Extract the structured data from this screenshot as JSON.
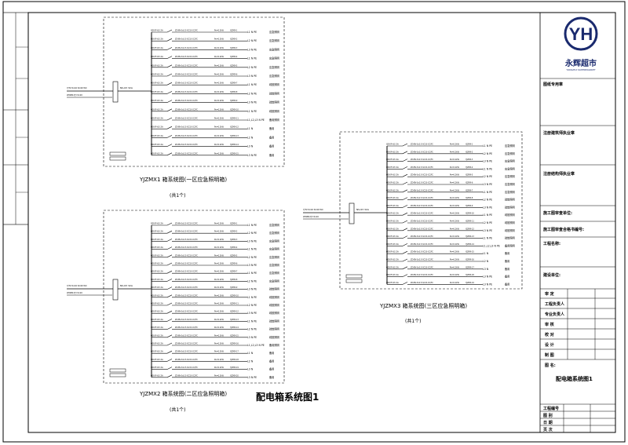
{
  "logo": {
    "initials": "YH",
    "name": "永辉超市",
    "sub": "YONGHUI SUPERMARKET"
  },
  "title_block": {
    "rows": [
      "图纸专用章",
      "注册建筑师执业章",
      "注册结构师执业章",
      "施工图审查单位:",
      "施工图审查合格书编号:",
      "工程名称:",
      "建设单位:"
    ],
    "signers": [
      "审 定",
      "工程负责人",
      "专业负责人",
      "审 核",
      "校 对",
      "设 计",
      "制 图"
    ],
    "drawing_name_label": "图 名:",
    "drawing_name": "配电箱系统图1",
    "info": [
      "工程编号",
      "图 别",
      "日 期",
      "页 次"
    ]
  },
  "main_title": "配电箱系统图1",
  "panels": [
    {
      "caption": "YJZMX1 箱系统图(一区应急照明箱)",
      "caption_sub": "(共1个)",
      "breakers": [
        "QDXF-63 2A",
        "QDXF-63 2A",
        "QDXF-63 2A",
        "QDXF-63 2A",
        "QDXF-63 2A",
        "QDXF-63 2A",
        "QDXF-63 2A",
        "QDXF-63 2A",
        "QDXF-63 2A",
        "QDXF-63 2A",
        "QDXF-63 2A",
        "QDXF-63 2A",
        "QDXF-63 2A",
        "QDXF-63 2A",
        "QDXF-63 2A"
      ],
      "circuits": [
        "L1 N PE",
        "L2 N PE",
        "L3 N PE",
        "L1 N PE",
        "L2 N PE",
        "L3 N PE",
        "L1 N PE",
        "L2 N PE",
        "L3 N PE",
        "L1 N PE",
        "L1,L2,L3 N PE",
        "L1 N",
        "L2 N",
        "L3 N",
        "L3 N PE"
      ],
      "loads": [
        "应急照明",
        "应急照明",
        "应急照明",
        "应急照明",
        "应急照明",
        "应急照明",
        "疏散照明",
        "疏散照明",
        "疏散照明",
        "疏散照明",
        "备用照明",
        "备用",
        "备用",
        "备用",
        "备用"
      ],
      "incoming": [
        "YJTV-5x16 SC40 WC",
        "WDZN-YJY-5x10"
      ],
      "main_breaker": "NS-63 32A"
    },
    {
      "caption": "YJZMX2 箱系统图(二区应急照明箱)",
      "caption_sub": "(共1个)",
      "breakers": [
        "QDXF-63 2A",
        "QDXF-63 2A",
        "QDXF-63 2A",
        "QDXF-63 2A",
        "QDXF-63 2A",
        "QDXF-63 2A",
        "QDXF-63 2A",
        "QDXF-63 2A",
        "QDXF-63 2A",
        "QDXF-63 2A",
        "QDXF-63 2A",
        "QDXF-63 2A",
        "QDXF-63 2A",
        "QDXF-63 2A",
        "QDXF-63 2A",
        "QDXF-63 2A",
        "QDXF-63 2A",
        "QDXF-63 2A",
        "QDXF-63 2A",
        "QDXF-63 2A"
      ],
      "circuits": [
        "L1 N PE",
        "L2 N PE",
        "L3 N PE",
        "L1 N PE",
        "L2 N PE",
        "L3 N PE",
        "L1 N PE",
        "L2 N PE",
        "L3 N PE",
        "L1 N PE",
        "L2 N PE",
        "L3 N PE",
        "L1 N PE",
        "L2 N PE",
        "L3 N PE",
        "L1,L2,L3 N PE",
        "L1 N",
        "L2 N",
        "L3 N",
        "L3 N PE"
      ],
      "loads": [
        "应急照明",
        "应急照明",
        "应急照明",
        "应急照明",
        "应急照明",
        "应急照明",
        "应急照明",
        "应急照明",
        "疏散照明",
        "疏散照明",
        "疏散照明",
        "疏散照明",
        "疏散照明",
        "疏散照明",
        "疏散照明",
        "备用照明",
        "备用",
        "备用",
        "备用",
        "备用"
      ],
      "incoming": [
        "YJTV-5x16 SC40 WC",
        "WDZN-YJY-5x10"
      ],
      "main_breaker": "NS-63 32A"
    },
    {
      "caption": "YJZMX3 箱系统图(三区应急照明箱)",
      "caption_sub": "(共1个)",
      "breakers": [
        "QDXF-63 2A",
        "QDXF-63 2A",
        "QDXF-63 2A",
        "QDXF-63 2A",
        "QDXF-63 2A",
        "QDXF-63 2A",
        "QDXF-63 2A",
        "QDXF-63 2A",
        "QDXF-63 2A",
        "QDXF-63 2A",
        "QDXF-63 2A",
        "QDXF-63 2A",
        "QDXF-63 2A",
        "QDXF-63 2A",
        "QDXF-63 2A",
        "QDXF-63 2A",
        "QDXF-63 2A",
        "QDXF-63 2A",
        "QDXF-63 2A"
      ],
      "circuits": [
        "L1 N PE",
        "L2 N PE",
        "L3 N PE",
        "L1 N PE",
        "L2 N PE",
        "L3 N PE",
        "L1 N PE",
        "L2 N PE",
        "L3 N PE",
        "L1 N PE",
        "L2 N PE",
        "L3 N PE",
        "L1 N PE",
        "L1,L2,L3 N PE",
        "L1 N",
        "L2 N",
        "L3 N",
        "L3 N PE",
        "L3 N PE"
      ],
      "loads": [
        "应急照明",
        "应急照明",
        "应急照明",
        "应急照明",
        "应急照明",
        "应急照明",
        "应急照明",
        "疏散照明",
        "疏散照明",
        "疏散照明",
        "疏散照明",
        "疏散照明",
        "疏散照明",
        "备用照明",
        "备用",
        "备用",
        "备用",
        "备用",
        "备用"
      ],
      "incoming": [
        "YJTV-5x16 SC40 WC",
        "WDZN-YJY-5x10"
      ],
      "main_breaker": "NS-63 32A"
    }
  ],
  "colors": {
    "line": "#000000",
    "logo": "#1a2a6e"
  }
}
